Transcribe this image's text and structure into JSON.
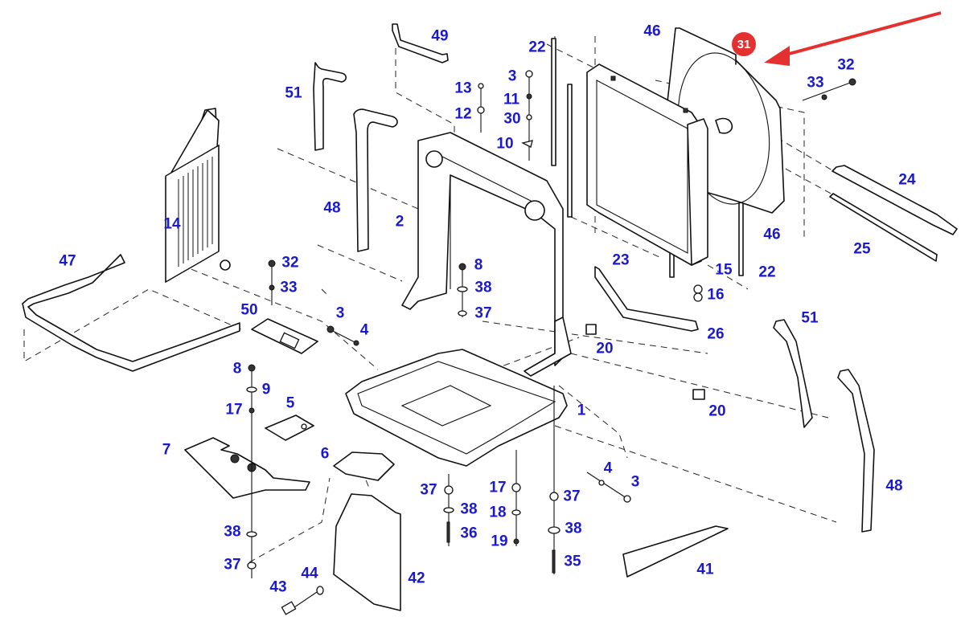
{
  "diagram": {
    "title": "Exploded parts diagram - radiator / cooling package mounting",
    "label_color": "#1a1acc",
    "highlight": {
      "part_number": "31",
      "color": "#e53030",
      "arrow_color": "#e53030",
      "arrow_icon": "arrow-pointing-at-part-31"
    },
    "callouts": [
      {
        "id": "c49",
        "label": "49"
      },
      {
        "id": "c22a",
        "label": "22"
      },
      {
        "id": "c46a",
        "label": "46"
      },
      {
        "id": "c32a",
        "label": "32"
      },
      {
        "id": "c33a",
        "label": "33"
      },
      {
        "id": "c51a",
        "label": "51"
      },
      {
        "id": "c13",
        "label": "13"
      },
      {
        "id": "c3a",
        "label": "3"
      },
      {
        "id": "c11",
        "label": "11"
      },
      {
        "id": "c12",
        "label": "12"
      },
      {
        "id": "c30",
        "label": "30"
      },
      {
        "id": "c10",
        "label": "10"
      },
      {
        "id": "c24",
        "label": "24"
      },
      {
        "id": "c48a",
        "label": "48"
      },
      {
        "id": "c2",
        "label": "2"
      },
      {
        "id": "c14",
        "label": "14"
      },
      {
        "id": "c46b",
        "label": "46"
      },
      {
        "id": "c25",
        "label": "25"
      },
      {
        "id": "c47",
        "label": "47"
      },
      {
        "id": "c32b",
        "label": "32"
      },
      {
        "id": "c8a",
        "label": "8"
      },
      {
        "id": "c23",
        "label": "23"
      },
      {
        "id": "c15",
        "label": "15"
      },
      {
        "id": "c22b",
        "label": "22"
      },
      {
        "id": "c33b",
        "label": "33"
      },
      {
        "id": "c38a",
        "label": "38"
      },
      {
        "id": "c16",
        "label": "16"
      },
      {
        "id": "c50",
        "label": "50"
      },
      {
        "id": "c3b",
        "label": "3"
      },
      {
        "id": "c37a",
        "label": "37"
      },
      {
        "id": "c51b",
        "label": "51"
      },
      {
        "id": "c4a",
        "label": "4"
      },
      {
        "id": "c26",
        "label": "26"
      },
      {
        "id": "c20a",
        "label": "20"
      },
      {
        "id": "c8b",
        "label": "8"
      },
      {
        "id": "c9",
        "label": "9"
      },
      {
        "id": "c5",
        "label": "5"
      },
      {
        "id": "c17a",
        "label": "17"
      },
      {
        "id": "c1",
        "label": "1"
      },
      {
        "id": "c20b",
        "label": "20"
      },
      {
        "id": "c7",
        "label": "7"
      },
      {
        "id": "c6",
        "label": "6"
      },
      {
        "id": "c4b",
        "label": "4"
      },
      {
        "id": "c3c",
        "label": "3"
      },
      {
        "id": "c37b",
        "label": "37"
      },
      {
        "id": "c17b",
        "label": "17"
      },
      {
        "id": "c37c",
        "label": "37"
      },
      {
        "id": "c48b",
        "label": "48"
      },
      {
        "id": "c38b",
        "label": "38"
      },
      {
        "id": "c18",
        "label": "18"
      },
      {
        "id": "c36",
        "label": "36"
      },
      {
        "id": "c38c",
        "label": "38"
      },
      {
        "id": "c38d",
        "label": "38"
      },
      {
        "id": "c19",
        "label": "19"
      },
      {
        "id": "c37d",
        "label": "37"
      },
      {
        "id": "c35",
        "label": "35"
      },
      {
        "id": "c44",
        "label": "44"
      },
      {
        "id": "c42",
        "label": "42"
      },
      {
        "id": "c41",
        "label": "41"
      },
      {
        "id": "c43",
        "label": "43"
      }
    ]
  }
}
